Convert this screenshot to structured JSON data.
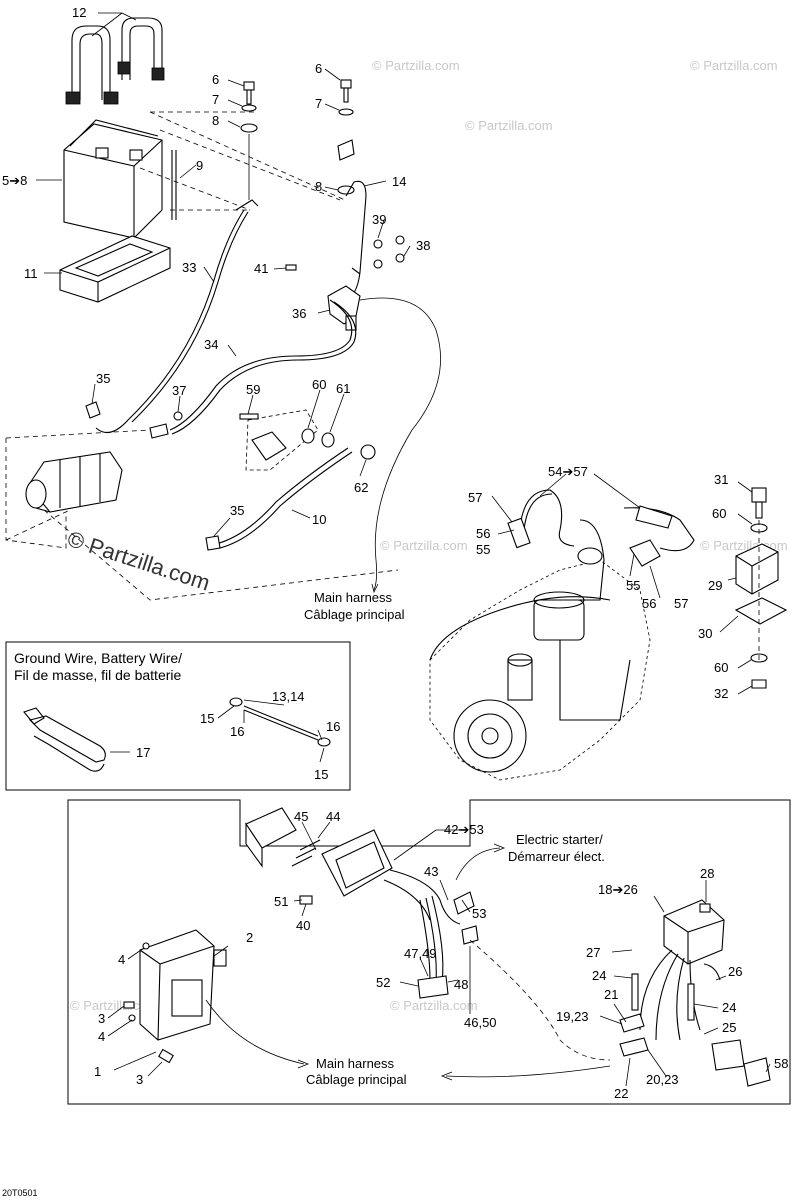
{
  "watermarks": {
    "large": "© Partzilla.com",
    "small": "© Partzilla.com"
  },
  "callouts": {
    "c12": "12",
    "c5_8": "5➔8",
    "c9": "9",
    "c11": "11",
    "c6a": "6",
    "c7a": "7",
    "c8a": "8",
    "c6b": "6",
    "c7b": "7",
    "c8b": "8",
    "c14": "14",
    "c39": "39",
    "c38": "38",
    "c41": "41",
    "c33": "33",
    "c36": "36",
    "c34": "34",
    "c35a": "35",
    "c37": "37",
    "c59": "59",
    "c60a": "60",
    "c61": "61",
    "c62": "62",
    "c35b": "35",
    "c10": "10",
    "c54_57": "54➔57",
    "c57a": "57",
    "c56a": "56",
    "c55a": "55",
    "c55b": "55",
    "c56b": "56",
    "c57b": "57",
    "c31": "31",
    "c60b": "60",
    "c29": "29",
    "c30": "30",
    "c60c": "60",
    "c32": "32",
    "c13_14": "13,14",
    "c15a": "15",
    "c16a": "16",
    "c16b": "16",
    "c15b": "15",
    "c17": "17",
    "c45": "45",
    "c44": "44",
    "c42_53": "42➔53",
    "c43": "43",
    "c51": "51",
    "c40": "40",
    "c53": "53",
    "c47_49": "47,49",
    "c52": "52",
    "c48": "48",
    "c46_50": "46,50",
    "c2": "2",
    "c4a": "4",
    "c3a": "3",
    "c4b": "4",
    "c1": "1",
    "c3b": "3",
    "c28": "28",
    "c18_26": "18➔26",
    "c27": "27",
    "c24a": "24",
    "c26": "26",
    "c21": "21",
    "c19_23": "19,23",
    "c24b": "24",
    "c25": "25",
    "c20_23": "20,23",
    "c22": "22",
    "c58": "58"
  },
  "notes": {
    "main_harness_1a": "Main harness",
    "main_harness_1b": "Câblage principal",
    "main_harness_2a": "Main harness",
    "main_harness_2b": "Câblage principal",
    "electric_starter_a": "Electric starter/",
    "electric_starter_b": "Démarreur élect."
  },
  "inset": {
    "title_line1": "Ground Wire, Battery Wire/",
    "title_line2": "Fil de masse, fil de batterie"
  },
  "footer": {
    "drawing_code": "20T0501"
  }
}
